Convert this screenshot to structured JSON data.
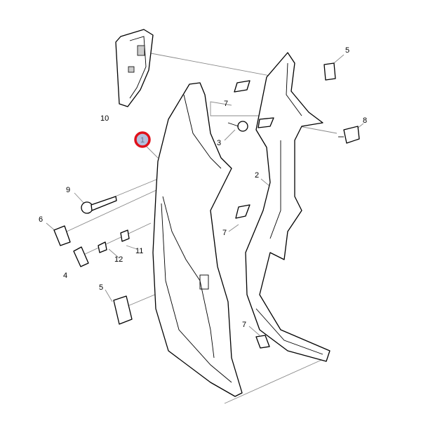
{
  "diagram": {
    "selected_callout": "1",
    "highlight_fill": "#b3bfdc",
    "highlight_ring": "#e0101a",
    "callouts": [
      {
        "id": "c10",
        "label": "10"
      },
      {
        "id": "c5a",
        "label": "5"
      },
      {
        "id": "c7a",
        "label": "7"
      },
      {
        "id": "c8",
        "label": "8"
      },
      {
        "id": "c3",
        "label": "3"
      },
      {
        "id": "c1",
        "label": "1"
      },
      {
        "id": "c9",
        "label": "9"
      },
      {
        "id": "c2",
        "label": "2"
      },
      {
        "id": "c6",
        "label": "6"
      },
      {
        "id": "c7b",
        "label": "7"
      },
      {
        "id": "c11",
        "label": "11"
      },
      {
        "id": "c12",
        "label": "12"
      },
      {
        "id": "c4",
        "label": "4"
      },
      {
        "id": "c5b",
        "label": "5"
      },
      {
        "id": "c7c",
        "label": "7"
      }
    ]
  }
}
